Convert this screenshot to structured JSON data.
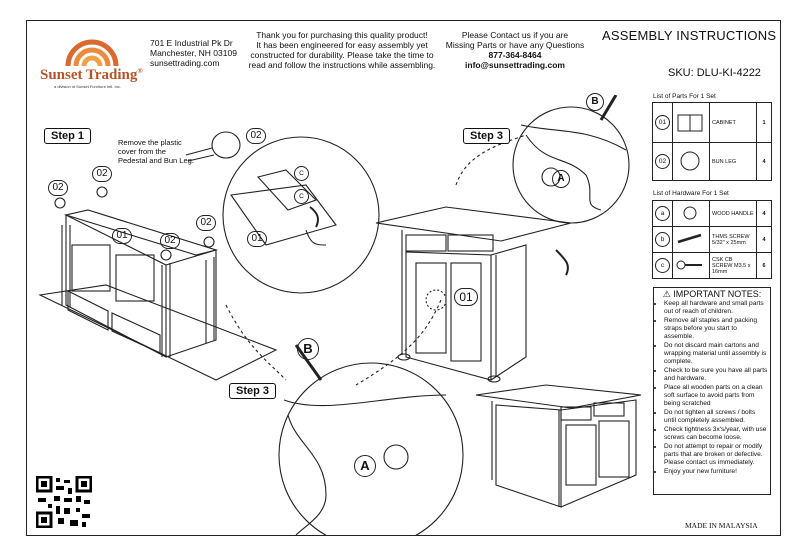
{
  "company": {
    "name": "Sunset Trading",
    "registered": "®",
    "subtitle": "a division of Sunset Furniture Intl. Inc.",
    "address_lines": [
      "701 E Industrial Pk Dr",
      "Manchester, NH 03109",
      "sunsettrading.com"
    ]
  },
  "intro_lines": [
    "Thank you for purchasing this quality product!",
    "It has been engineered for easy assembly yet",
    "constructed for durability. Please take the time to",
    "read and follow the instructions while assembling."
  ],
  "contact": {
    "lines": [
      "Please Contact us if you are",
      "Missing Parts or have any Questions"
    ],
    "phone": "877-364-8464",
    "email": "info@sunsettrading.com"
  },
  "title": "ASSEMBLY INSTRUCTIONS",
  "sku": "SKU: DLU-KI-4222",
  "steps": {
    "step1": "Step 1",
    "step3a": "Step 3",
    "step3b": "Step 3"
  },
  "step1_note_lines": [
    "Remove the plastic",
    "cover from the",
    "Pedestal and Bun Leg."
  ],
  "callouts": {
    "p01": "01",
    "p02": "02",
    "a": "A",
    "b": "B",
    "c": "C"
  },
  "parts_list": {
    "heading": "List of Parts For 1 Set",
    "rows": [
      {
        "id": "01",
        "name": "CABINET",
        "qty": "1"
      },
      {
        "id": "02",
        "name": "BUN LEG",
        "qty": "4"
      }
    ]
  },
  "hardware_list": {
    "heading": "List of Hardware For 1 Set",
    "rows": [
      {
        "id": "a",
        "name": "WOOD HANDLE",
        "qty": "4"
      },
      {
        "id": "b",
        "name": "THMS SCREW 5/32\" x 25mm",
        "qty": "4"
      },
      {
        "id": "c",
        "name": "CSK CB SCREW M3.5 x 16mm",
        "qty": "6"
      }
    ]
  },
  "notes": {
    "heading": "IMPORTANT NOTES:",
    "items": [
      "Keep all hardware and small parts out of reach of children.",
      "Remove all staples and packing straps before you start to assemble.",
      "Do not discard main cartons and wrapping material until assembly is complete.",
      "Check to be sure you have all parts and hardware.",
      "Place all wooden parts on a clean soft surface to avoid parts from being scratched",
      "Do not tighten all screws / bolts until completely assembled.",
      "Check tightness 3x's/year, with use screws can become loose.",
      "Do not attempt to repair or modify parts that are broken or defective. Please contact us immediately.",
      "Enjoy your new furniture!"
    ]
  },
  "made_in": "MADE IN MALAYSIA"
}
